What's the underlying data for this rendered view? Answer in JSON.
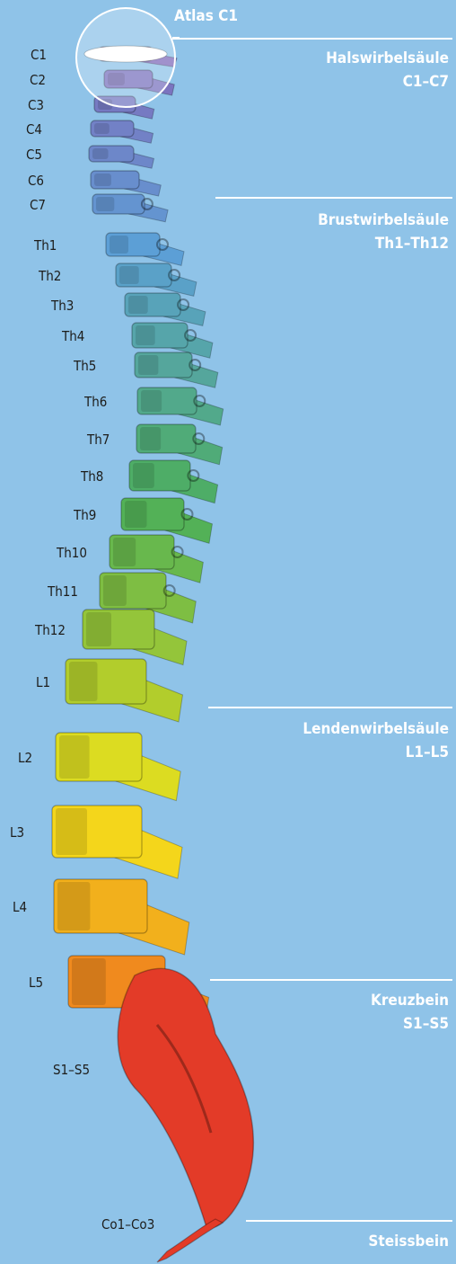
{
  "title": "Atlas C1",
  "colors": {
    "background": "#8fc3e8",
    "cervical": "#8a5fb4",
    "thoracic_top": "#5c9fd6",
    "thoracic_mid": "#4caf5a",
    "thoracic_low": "#b7cf2a",
    "lumbar_top": "#f5e51a",
    "lumbar_low": "#f08a1e",
    "sacrum": "#e33b28"
  },
  "regions": [
    {
      "id": "cervical",
      "name": "Halswirbelsäule",
      "range": "C1–C7"
    },
    {
      "id": "thoracic",
      "name": "Brustwirbelsäule",
      "range": "Th1–Th12"
    },
    {
      "id": "lumbar",
      "name": "Lendenwirbelsäule",
      "range": "L1–L5"
    },
    {
      "id": "sacrum",
      "name": "Kreuzbein",
      "range": "S1–S5"
    },
    {
      "id": "coccyx",
      "name": "Steissbein",
      "range": ""
    }
  ],
  "vertebrae": [
    "C1",
    "C2",
    "C3",
    "C4",
    "C5",
    "C6",
    "C7",
    "Th1",
    "Th2",
    "Th3",
    "Th4",
    "Th5",
    "Th6",
    "Th7",
    "Th8",
    "Th9",
    "Th10",
    "Th11",
    "Th12",
    "L1",
    "L2",
    "L3",
    "L4",
    "L5",
    "S1–S5",
    "Co1–Co3"
  ]
}
